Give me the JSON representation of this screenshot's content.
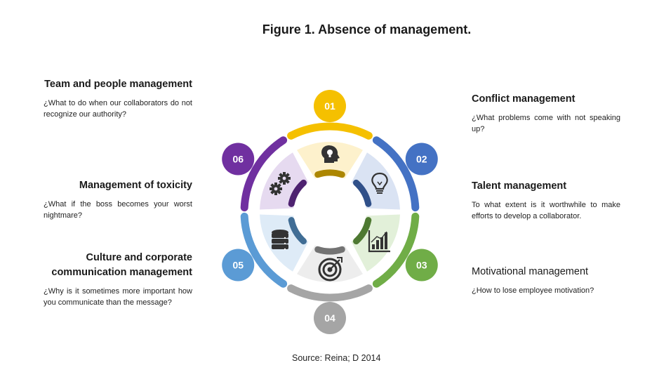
{
  "title": "Figure 1. Absence of management.",
  "source": "Source: Reina; D 2014",
  "items": [
    {
      "num": "01",
      "heading": "Conflict management",
      "desc": "¿What problems come with not speaking up?",
      "color": "#F5C000",
      "light": "#FDF1CC",
      "icon": "head-lightbulb-icon"
    },
    {
      "num": "02",
      "heading": "Talent management",
      "desc": "To what extent is it worthwhile to make efforts to develop a collaborator.",
      "color": "#4472C4",
      "light": "#DAE3F3",
      "icon": "lightbulb-icon"
    },
    {
      "num": "03",
      "heading": "Motivational management",
      "desc": "¿How to lose employee motivation?",
      "color": "#70AD47",
      "light": "#E2F0D9",
      "icon": "bar-chart-icon"
    },
    {
      "num": "04",
      "heading": "Team and people management",
      "desc": "¿What to do when our collaborators do not recognize our authority?",
      "color": "#A5A5A5",
      "light": "#EDEDED",
      "icon": "target-icon"
    },
    {
      "num": "05",
      "heading": "Culture and corporate communication management",
      "desc": "¿Why is it sometimes more important how you communicate than the message?",
      "color": "#5B9BD5",
      "light": "#DEEBF7",
      "icon": "database-icon"
    },
    {
      "num": "06",
      "heading": "Management of toxicity",
      "desc": "¿What if the boss becomes your worst nightmare?",
      "color": "#7030A0",
      "light": "#E6DAF0",
      "icon": "gears-icon"
    }
  ]
}
